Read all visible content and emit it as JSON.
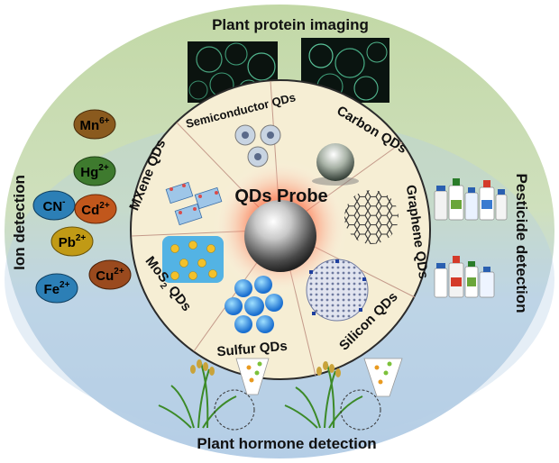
{
  "outer_ring": {
    "top_label": "Plant protein imaging",
    "left_label": "Ion detection",
    "right_label": "Pesticide detection",
    "bottom_label": "Plant hormone detection"
  },
  "center": {
    "label": "QDs Probe"
  },
  "segments": [
    {
      "base": "Semiconductor QDs"
    },
    {
      "base": "Carbon QDs"
    },
    {
      "base": "Graphene QDs"
    },
    {
      "base": "Silicon QDs"
    },
    {
      "base": "Sulfur QDs"
    },
    {
      "base": "MoS",
      "sub": "2",
      "rest": " QDs"
    },
    {
      "base": "MXene QDs"
    }
  ],
  "ions": [
    {
      "base": "Mn",
      "sup": "6+",
      "color": "#8a5a1e"
    },
    {
      "base": "Hg",
      "sup": "2+",
      "color": "#3e7a2e"
    },
    {
      "base": "CN",
      "sup": "-",
      "color": "#2c7fb6"
    },
    {
      "base": "Cd",
      "sup": "2+",
      "color": "#c1571c"
    },
    {
      "base": "Pb",
      "sup": "2+",
      "color": "#c19a15"
    },
    {
      "base": "Fe",
      "sup": "2+",
      "color": "#2c7fb6"
    },
    {
      "base": "Cu",
      "sup": "2+",
      "color": "#9a4a1e"
    }
  ],
  "colors": {
    "outer_top": "#c4d9aa",
    "outer_bottom": "#b9d1e8",
    "inner_wheel": "#f6eed4",
    "wheel_border": "#2b2b2b"
  }
}
